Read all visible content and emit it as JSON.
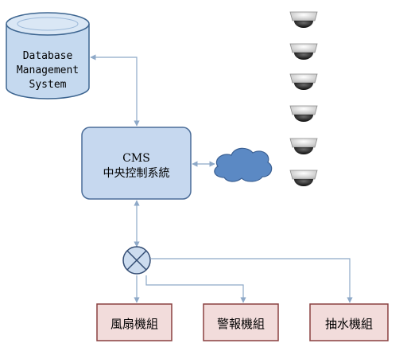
{
  "database": {
    "line1": "Database",
    "line2": "Management",
    "line3": "System"
  },
  "cms": {
    "title": "CMS",
    "subtitle": "中央控制系統"
  },
  "units": [
    {
      "label": "風扇機組"
    },
    {
      "label": "警報機組"
    },
    {
      "label": "抽水機組"
    }
  ],
  "icons": {
    "database": "cylinder-database-icon",
    "cloud": "cloud-icon",
    "camera": "dome-camera-icon",
    "switch": "circle-cross-switch-icon"
  },
  "colors": {
    "db_fill": "#c5d9ef",
    "db_stroke": "#3d6590",
    "cms_fill": "#c6d8ef",
    "cms_stroke": "#4a6c98",
    "cloud_fill": "#5b89c4",
    "unit_fill": "#f2dcdb",
    "unit_stroke": "#8a4040",
    "connector": "#8ea9c8"
  }
}
